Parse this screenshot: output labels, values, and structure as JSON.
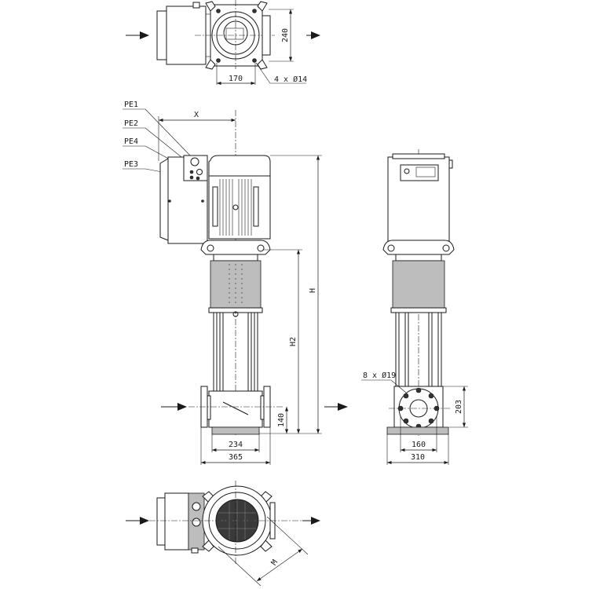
{
  "top_view": {
    "dim_height": "240",
    "dim_width": "170",
    "holes": "4 x Ø14"
  },
  "side_view": {
    "pe_labels": [
      "PE1",
      "PE2",
      "PE4",
      "PE3"
    ],
    "dim_x": "X",
    "dim_h": "H",
    "dim_h2": "H2",
    "dim_140": "140",
    "dim_234": "234",
    "dim_365": "365"
  },
  "front_view": {
    "holes": "8 x Ø19",
    "dim_203": "203",
    "dim_160": "160",
    "dim_310": "310"
  },
  "bottom_view": {
    "dim_m": "M"
  },
  "colors": {
    "line": "#1a1a1a",
    "background": "#ffffff"
  }
}
